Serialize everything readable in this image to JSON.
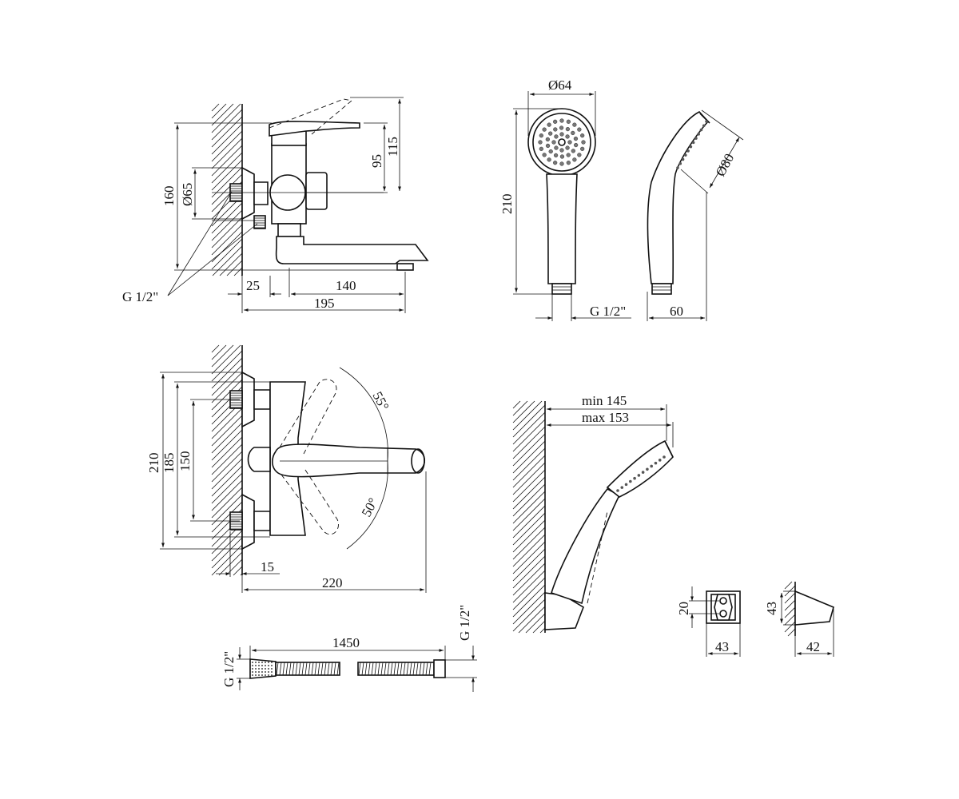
{
  "colors": {
    "line": "#111111",
    "background": "#ffffff"
  },
  "side_view": {
    "d_flange": "Ø65",
    "h_total": "160",
    "h_spout_lever": "95",
    "h_lever": "115",
    "d_wall": "25",
    "d_spout": "140",
    "d_overall": "195",
    "thread": "G 1/2\""
  },
  "hand_shower_front": {
    "diameter": "Ø64",
    "length": "210",
    "thread": "G 1/2\""
  },
  "hand_shower_side": {
    "diameter": "Ø80",
    "depth": "60"
  },
  "top_view": {
    "h_outer": "210",
    "h_mid": "185",
    "h_centers": "150",
    "angle_up": "55°",
    "angle_down": "50°",
    "d_wall": "15",
    "d_overall": "220"
  },
  "hose": {
    "length": "1450",
    "thread_left": "G 1/2\"",
    "thread_right": "G 1/2\""
  },
  "wall_holder_view": {
    "min": "min 145",
    "max": "max 153"
  },
  "holder_front": {
    "height": "20",
    "width": "43"
  },
  "holder_side": {
    "height": "43",
    "width": "42"
  }
}
